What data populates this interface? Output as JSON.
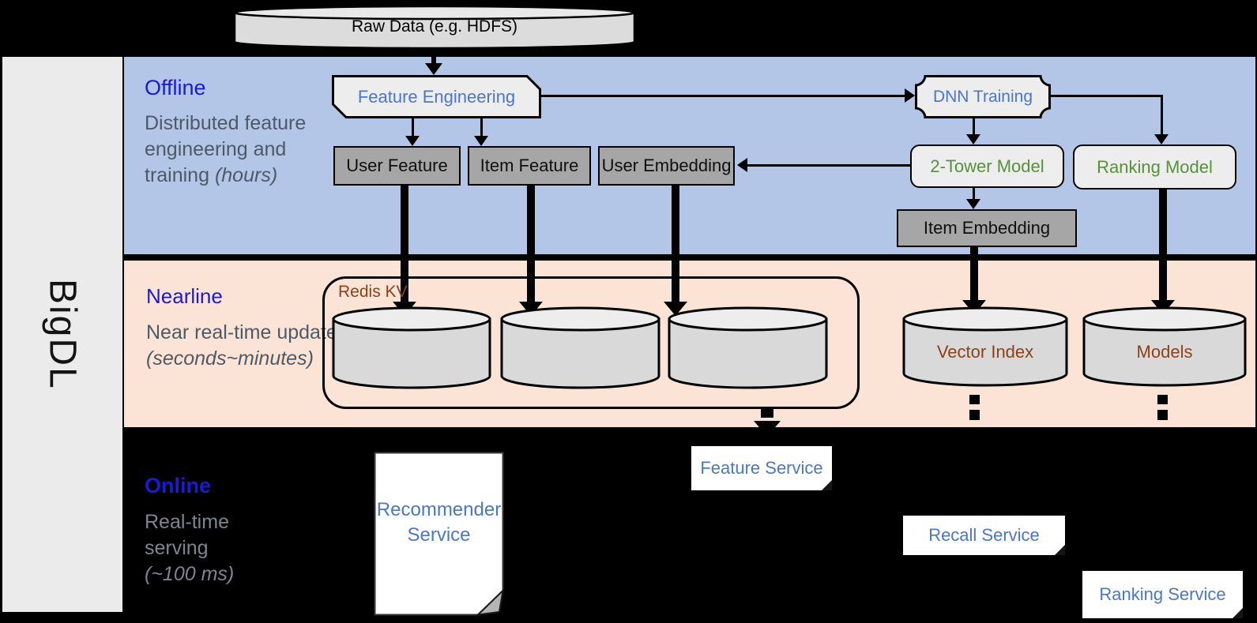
{
  "brand": {
    "name": "BigDL"
  },
  "source": {
    "label": "Raw Data (e.g. HDFS)"
  },
  "bands": {
    "offline": {
      "title": "Offline",
      "desc": "Distributed feature engineering and training",
      "desc_note": "(hours)"
    },
    "nearline": {
      "title": "Nearline",
      "desc": "Near real-time update",
      "desc_note": "(seconds~minutes)"
    },
    "online": {
      "title": "Online",
      "desc": "Real-time serving",
      "desc_note": "(~100 ms)"
    }
  },
  "nodes": {
    "feature_engineering": "Feature Engineering",
    "dnn_training": "DNN Training",
    "user_feature": "User Feature",
    "item_feature": "Item Feature",
    "user_embedding": "User Embedding",
    "two_tower_model": "2-Tower Model",
    "ranking_model": "Ranking Model",
    "item_embedding": "Item Embedding",
    "redis_kv": "Redis KV",
    "vector_index": "Vector Index",
    "models": "Models",
    "recommender_service": "Recommender Service",
    "feature_service": "Feature Service",
    "recall_service": "Recall Service",
    "ranking_service": "Ranking Service"
  },
  "colors": {
    "offline_band": "#b3c6e7",
    "nearline_band": "#fbe4d5",
    "online_band": "#000000",
    "band_title_blue": "#1b1bd0",
    "node_blue_text": "#4a77c7",
    "node_green_text": "#55923b",
    "storage_text": "#8e4117",
    "gray_node": "#a6a6a6",
    "light_node": "#ededed"
  }
}
